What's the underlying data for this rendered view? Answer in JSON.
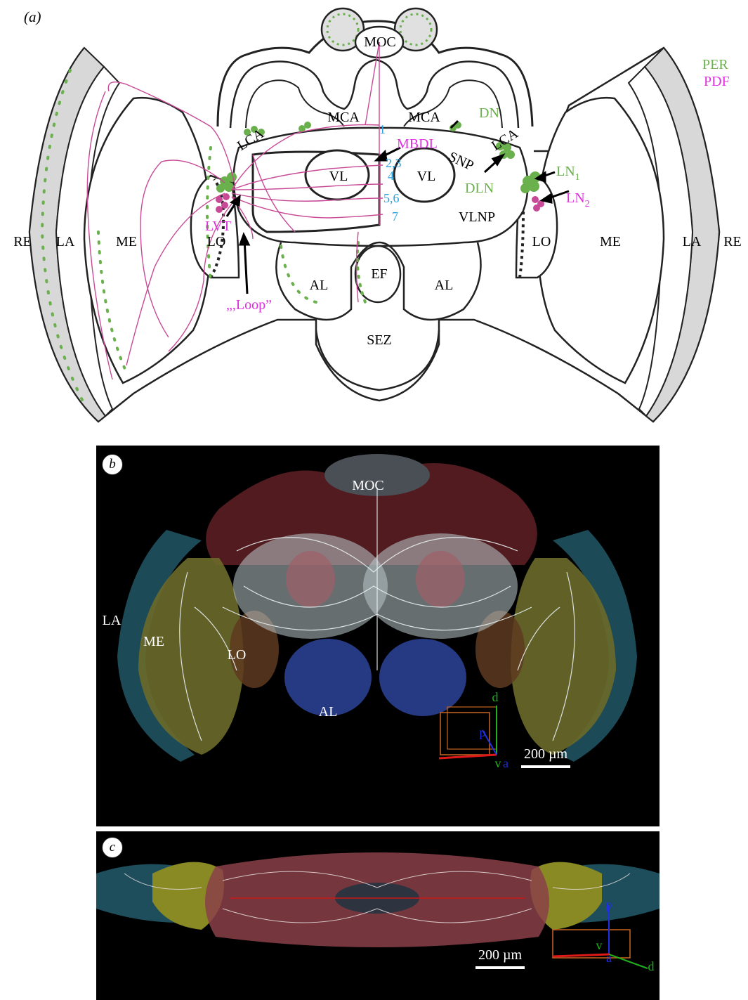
{
  "panel_a": {
    "label": "(a)",
    "legend": {
      "per": "PER",
      "pdf": "PDF"
    },
    "regions": {
      "moc": "MOC",
      "mca_left": "MCA",
      "mca_right": "MCA",
      "lca_left": "LCA",
      "lca_right": "LCA",
      "vl_left": "VL",
      "vl_right": "VL",
      "snp": "SNP",
      "vlnp": "VLNP",
      "re_left": "RE",
      "la_left": "LA",
      "me_left": "ME",
      "lo_left": "LO",
      "re_right": "RE",
      "la_right": "LA",
      "me_right": "ME",
      "lo_right": "LO",
      "al_left": "AL",
      "al_right": "AL",
      "ef": "EF",
      "sez": "SEZ"
    },
    "pdf_labels": {
      "mbdl": "MBDL",
      "lvt": "LVT",
      "loop": "„,Loop”"
    },
    "per_labels": {
      "dn": "DN",
      "dln": "DLN",
      "ln1": "LN",
      "ln1_sub": "1",
      "ln2": "LN",
      "ln2_sub": "2"
    },
    "numbers": {
      "n1": "1",
      "n23": "2,3",
      "n4": "4",
      "n56": "5,6",
      "n7": "7"
    },
    "colors": {
      "per": "#6ab04c",
      "pdf": "#e030e0",
      "neuron": "#c84a96",
      "numbers": "#29a3e0"
    }
  },
  "panel_b": {
    "label": "b",
    "labels": {
      "moc": "MOC",
      "la": "LA",
      "me": "ME",
      "lo": "LO",
      "al": "AL"
    },
    "axes": {
      "d": "d",
      "p": "p",
      "v": "v",
      "a": "a"
    },
    "scale": "200 µm"
  },
  "panel_c": {
    "label": "c",
    "axes": {
      "p": "p",
      "v": "v",
      "a": "a",
      "d": "d"
    },
    "scale": "200 µm"
  }
}
